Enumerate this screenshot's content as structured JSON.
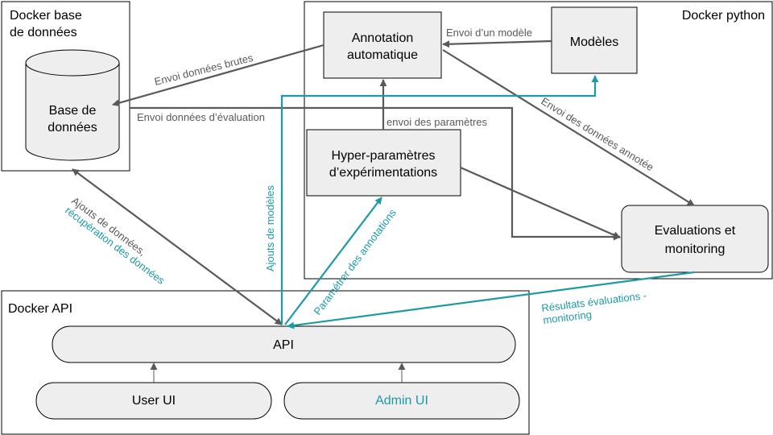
{
  "colors": {
    "gray": "#595959",
    "teal": "#1c9aa6",
    "node_fill": "#eeeeee",
    "stroke": "#000000"
  },
  "containers": {
    "db": "Docker base de données",
    "python": "Docker python",
    "api": "Docker API"
  },
  "nodes": {
    "database": "Base de données",
    "annotation": "Annotation automatique",
    "models": "Modèles",
    "hyper": "Hyper-paramètres d’expérimentations",
    "eval": "Evaluations et monitoring",
    "api": "API",
    "user_ui": "User UI",
    "admin_ui": "Admin UI"
  },
  "edges": {
    "raw_data": "Envoi données brutes",
    "eval_data": "Envoi données d’évaluation",
    "send_model": "Envoi d’un modèle",
    "send_params": "envoi des paramètres",
    "annotated": "Envoi des données annotée",
    "add_data": "Ajouts de données,",
    "fetch_data": "récupération des données",
    "add_models": "Ajouts de modèles",
    "set_annotations": "Paramétrer des annotations",
    "results_1": "Résultats évaluations -",
    "results_2": "monitoring"
  }
}
